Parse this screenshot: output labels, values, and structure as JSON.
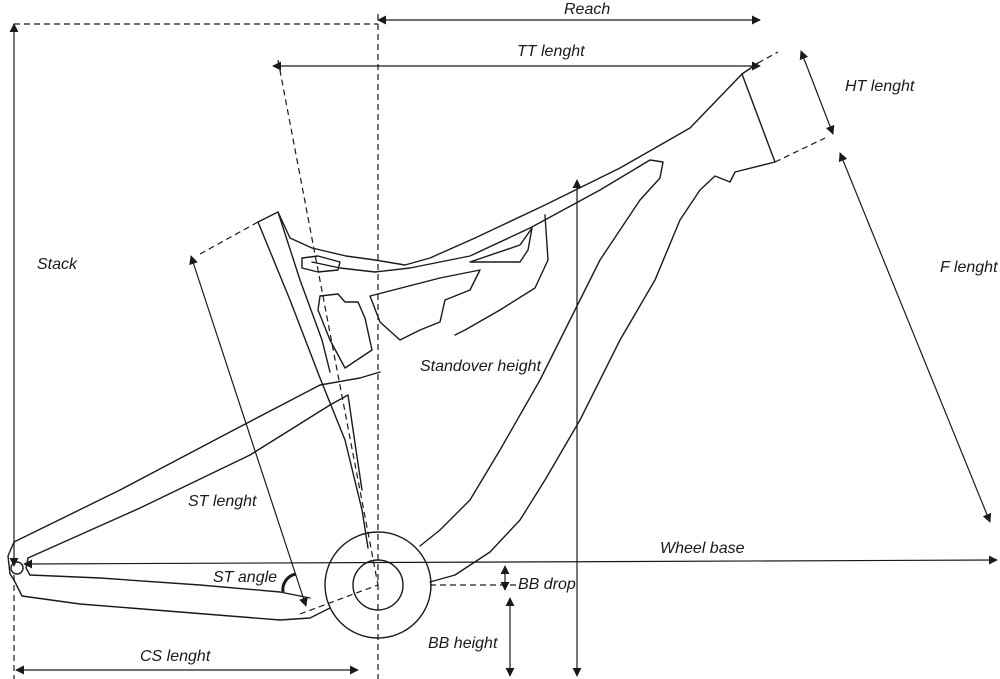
{
  "labels": {
    "reach": "Reach",
    "tt_length": "TT lenght",
    "ht_length": "HT lenght",
    "stack": "Stack",
    "f_length": "F lenght",
    "standover_height": "Standover height",
    "st_length": "ST lenght",
    "wheel_base": "Wheel base",
    "st_angle": "ST angle",
    "bb_drop": "BB drop",
    "bb_height": "BB height",
    "cs_length": "CS lenght"
  },
  "colors": {
    "line": "#1a1a1a",
    "background": "#ffffff"
  }
}
